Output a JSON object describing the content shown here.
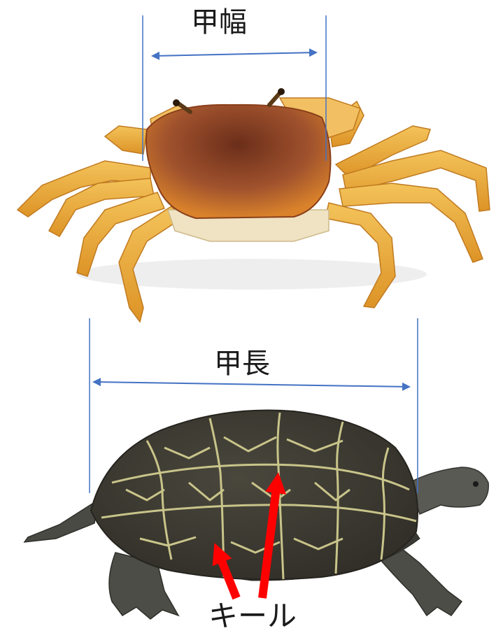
{
  "labels": {
    "carapace_width": "甲幅",
    "carapace_length": "甲長",
    "keel": "キール"
  },
  "colors": {
    "measure_line": "#4472C4",
    "arrow": "#FF0000",
    "crab_body": "#E7A53A",
    "crab_carapace": "#7A3A1E",
    "turtle_shell": "#3E3C33",
    "turtle_scute_line": "#C9C48A"
  },
  "icons": {
    "crab": "crab-illustration",
    "turtle": "turtle-illustration"
  }
}
